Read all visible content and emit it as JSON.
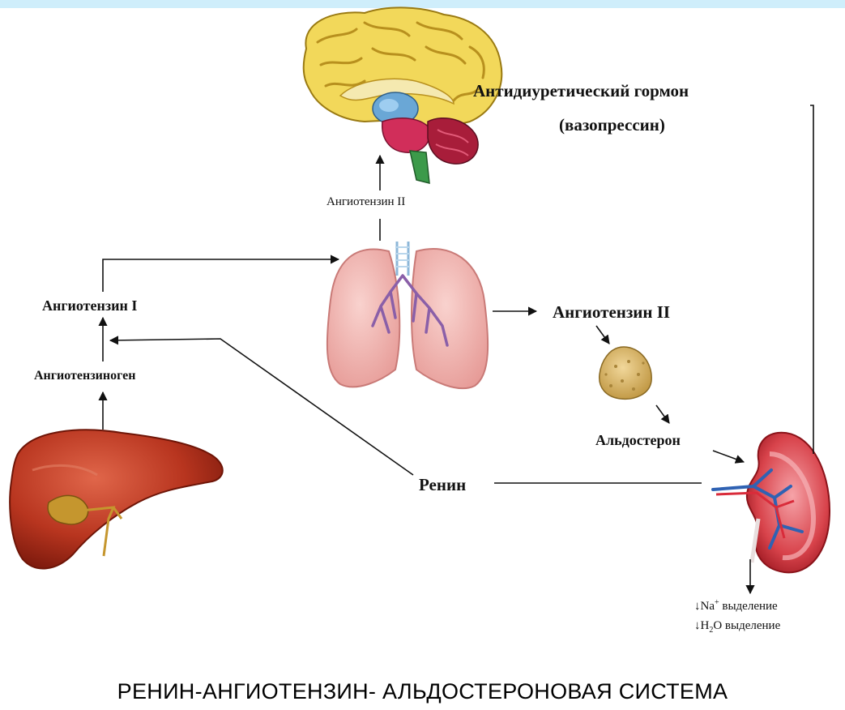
{
  "diagram": {
    "title": "РЕНИН-АНГИОТЕНЗИН- АЛЬДОСТЕРОНОВАЯ СИСТЕМА",
    "labels": {
      "adh_line1": "Антидиуретический гормон",
      "adh_line2": "(вазопрессин)",
      "angiotensin2_brain": "Ангиотензин II",
      "angiotensin1": "Ангиотензин I",
      "angiotensinogen": "Ангиотензиноген",
      "angiotensin2_main": "Ангиотензин II",
      "aldosterone": "Альдостерон",
      "renin": "Ренин"
    },
    "outputs": {
      "na_prefix": "Na",
      "na_sup": "+",
      "na_suffix": "выделение",
      "h2o_h": "H",
      "h2o_sub": "2",
      "h2o_suffix": "O выделение"
    },
    "organs": [
      "brain-icon",
      "lungs-icon",
      "liver-icon",
      "adrenal-gland-icon",
      "kidney-icon"
    ],
    "colors": {
      "brain": "#f2d85a",
      "lungs": "#f3b9b5",
      "liver": "#b8351f",
      "adrenal": "#e0bd72",
      "kidney": "#d8434b",
      "arrow": "#111111"
    }
  }
}
